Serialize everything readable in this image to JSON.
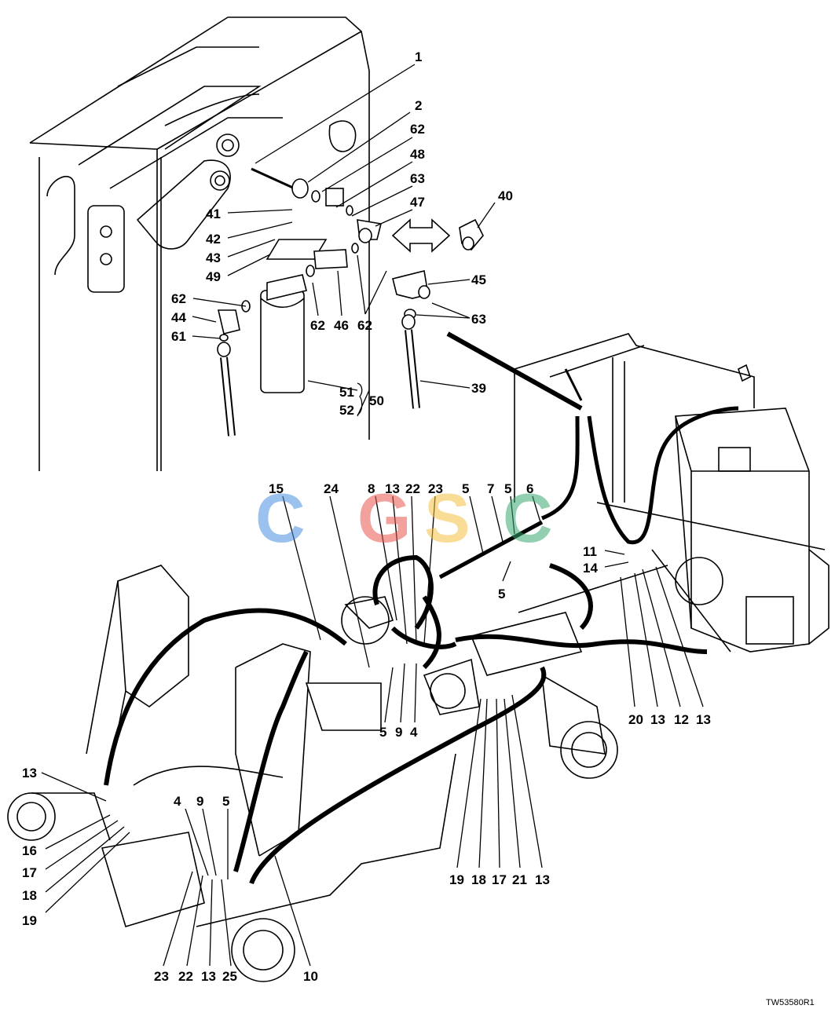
{
  "drawing_id": "TW53580R1",
  "watermark": {
    "letters": [
      "C",
      "G",
      "S",
      "C"
    ],
    "colors": [
      "#4a90e2",
      "#e8554e",
      "#f5c242",
      "#3aa872"
    ]
  },
  "colors": {
    "line": "#000000",
    "hose": "#111111",
    "highlight_callout": "#3a7bd5",
    "highlight_callout_2": "#d4a017"
  },
  "callouts": [
    {
      "id": "c1",
      "text": "1"
    },
    {
      "id": "c2",
      "text": "2"
    },
    {
      "id": "c3",
      "text": "62"
    },
    {
      "id": "c4",
      "text": "48"
    },
    {
      "id": "c5",
      "text": "63"
    },
    {
      "id": "c6",
      "text": "47"
    },
    {
      "id": "c7",
      "text": "40"
    },
    {
      "id": "c8",
      "text": "41"
    },
    {
      "id": "c9",
      "text": "42"
    },
    {
      "id": "c10",
      "text": "43"
    },
    {
      "id": "c11",
      "text": "49"
    },
    {
      "id": "c12",
      "text": "45"
    },
    {
      "id": "c13",
      "text": "62"
    },
    {
      "id": "c14",
      "text": "44"
    },
    {
      "id": "c15",
      "text": "61"
    },
    {
      "id": "c16",
      "text": "62"
    },
    {
      "id": "c17",
      "text": "46"
    },
    {
      "id": "c18",
      "text": "62"
    },
    {
      "id": "c19",
      "text": "63"
    },
    {
      "id": "c20",
      "text": "51"
    },
    {
      "id": "c21",
      "text": "52"
    },
    {
      "id": "c22",
      "text": "50"
    },
    {
      "id": "c23",
      "text": "39"
    },
    {
      "id": "c24",
      "text": "15"
    },
    {
      "id": "c25",
      "text": "24"
    },
    {
      "id": "c26",
      "text": "8"
    },
    {
      "id": "c27",
      "text": "13"
    },
    {
      "id": "c28",
      "text": "22"
    },
    {
      "id": "c29",
      "text": "23"
    },
    {
      "id": "c30",
      "text": "5"
    },
    {
      "id": "c31",
      "text": "7"
    },
    {
      "id": "c32",
      "text": "5"
    },
    {
      "id": "c33",
      "text": "6"
    },
    {
      "id": "c34",
      "text": "5"
    },
    {
      "id": "c35",
      "text": "11"
    },
    {
      "id": "c36",
      "text": "14"
    },
    {
      "id": "c37",
      "text": "5"
    },
    {
      "id": "c38",
      "text": "9"
    },
    {
      "id": "c39",
      "text": "4"
    },
    {
      "id": "c40",
      "text": "20"
    },
    {
      "id": "c41",
      "text": "13"
    },
    {
      "id": "c42",
      "text": "12"
    },
    {
      "id": "c43",
      "text": "13"
    },
    {
      "id": "c44",
      "text": "13"
    },
    {
      "id": "c45",
      "text": "16"
    },
    {
      "id": "c46",
      "text": "17"
    },
    {
      "id": "c47",
      "text": "18"
    },
    {
      "id": "c48",
      "text": "19"
    },
    {
      "id": "c49",
      "text": "4"
    },
    {
      "id": "c50",
      "text": "9"
    },
    {
      "id": "c51",
      "text": "5"
    },
    {
      "id": "c52",
      "text": "19"
    },
    {
      "id": "c53",
      "text": "18"
    },
    {
      "id": "c54",
      "text": "17"
    },
    {
      "id": "c55",
      "text": "21"
    },
    {
      "id": "c56",
      "text": "13"
    },
    {
      "id": "c57",
      "text": "23"
    },
    {
      "id": "c58",
      "text": "22"
    },
    {
      "id": "c59",
      "text": "13"
    },
    {
      "id": "c60",
      "text": "25"
    },
    {
      "id": "c61",
      "text": "10"
    }
  ]
}
